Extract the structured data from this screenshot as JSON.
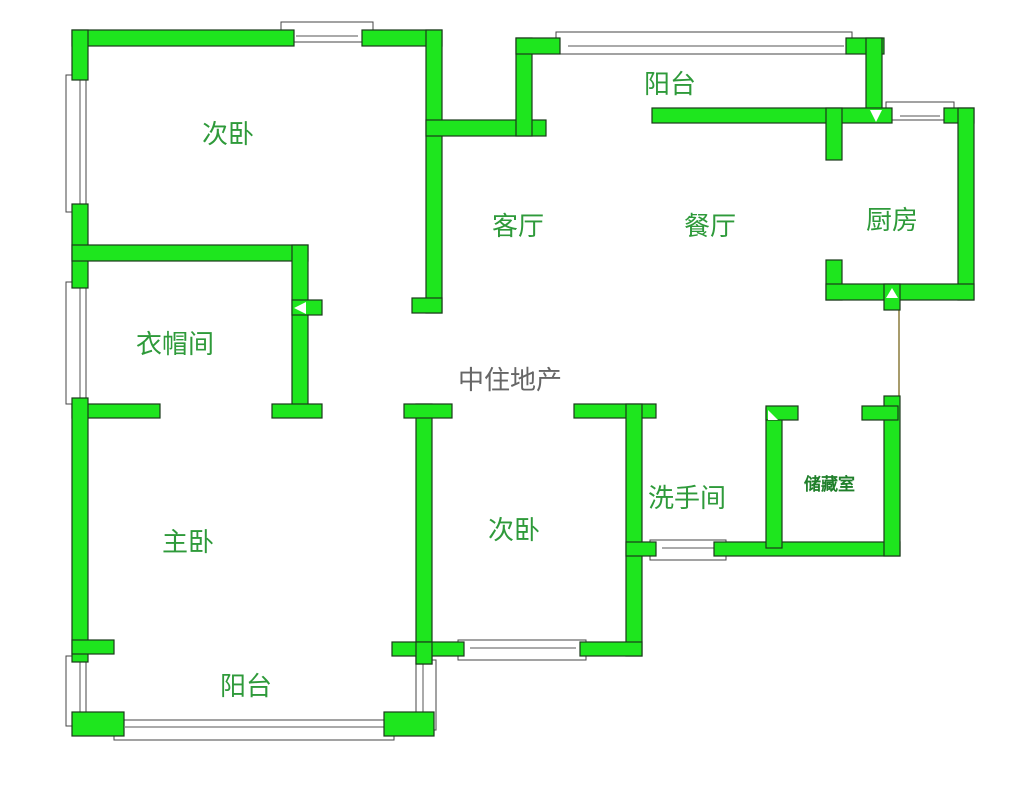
{
  "plan": {
    "brand": "中住地产",
    "wall_color": "#1ee61e",
    "label_color": "#2e9a3a",
    "rooms": [
      {
        "id": "bedroom2_top",
        "label": "次卧"
      },
      {
        "id": "cloakroom",
        "label": "衣帽间"
      },
      {
        "id": "master_bedroom",
        "label": "主卧"
      },
      {
        "id": "balcony_bottom",
        "label": "阳台"
      },
      {
        "id": "bedroom2_bottom",
        "label": "次卧"
      },
      {
        "id": "living_room",
        "label": "客厅"
      },
      {
        "id": "dining_room",
        "label": "餐厅"
      },
      {
        "id": "balcony_top",
        "label": "阳台"
      },
      {
        "id": "kitchen",
        "label": "厨房"
      },
      {
        "id": "washroom",
        "label": "洗手间"
      },
      {
        "id": "storage",
        "label": "储藏室"
      }
    ]
  }
}
